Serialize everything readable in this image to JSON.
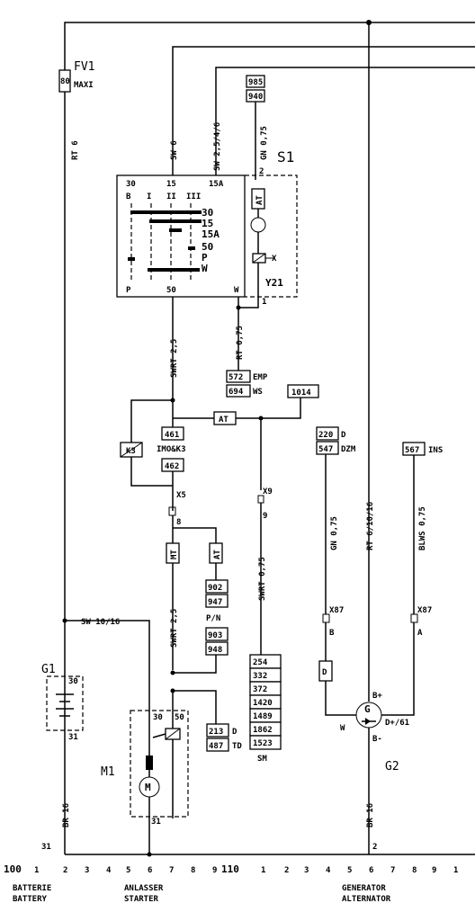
{
  "components": {
    "fv1": {
      "name": "FV1",
      "value": "80",
      "type": "MAXI"
    },
    "s1": {
      "name": "S1"
    },
    "y21": {
      "name": "Y21"
    },
    "g1": {
      "name": "G1"
    },
    "m1": {
      "name": "M1"
    },
    "g2": {
      "name": "G2"
    },
    "k3": {
      "name": "K3"
    },
    "x5": {
      "name": "X5"
    },
    "x9": {
      "name": "X9"
    },
    "x87a": {
      "name": "X87"
    },
    "x87b": {
      "name": "X87"
    }
  },
  "switch_terminals": {
    "t30": "30",
    "t15": "15",
    "t15a": "15A",
    "pos_b": "B",
    "pos_1": "I",
    "pos_2": "II",
    "pos_3": "III",
    "r30": "30",
    "r15": "15",
    "r15a": "15A",
    "r50": "50",
    "rp": "P",
    "rw": "W",
    "bot_p": "P",
    "bot_50": "50",
    "bot_w": "W",
    "s1_2": "2",
    "s1_1": "1"
  },
  "wires": {
    "rt6": "RT 6",
    "sw6": "SW 6",
    "sw25": "SW 2,5/4/6",
    "gn075_top": "GN 0,75",
    "rt075": "RT 0,75",
    "swrt25_top": "SWRT 2,5",
    "swrt075": "SWRT 0,75",
    "swrt25_bot": "SWRT 2,5",
    "sw1016": "SW 10/16",
    "gn075_mid": "GN 0,75",
    "rt61016": "RT 6/10/16",
    "blws075": "BLWS 0,75",
    "br16_left": "BR 16",
    "br16_right": "BR 16"
  },
  "refs": {
    "r985": "985",
    "r940": "940",
    "r572": "572",
    "r572_label": "EMP",
    "r694": "694",
    "r694_label": "WS",
    "r1014": "1014",
    "r461": "461",
    "r462": "462",
    "imo_label": "IMO&K3",
    "r220": "220",
    "r220_label": "D",
    "r547": "547",
    "r547_label": "DZM",
    "r567": "567",
    "r567_label": "INS",
    "r902": "902",
    "r947": "947",
    "pn_label": "P/N",
    "r903": "903",
    "r948": "948",
    "r213": "213",
    "r213_label": "D",
    "r487": "487",
    "r487_label": "TD",
    "sm_stack": [
      "254",
      "332",
      "372",
      "1420",
      "1489",
      "1862",
      "1523"
    ],
    "sm_label": "SM"
  },
  "badges": {
    "at_s1": "AT",
    "at_mid": "AT",
    "mt": "MT",
    "at_low": "AT",
    "d_box": "D"
  },
  "pins": {
    "x5_pin": "8",
    "x9_pin": "9",
    "x87a_pin": "B",
    "x87b_pin": "A",
    "g1_30": "30",
    "g1_31": "31",
    "m1_30": "30",
    "m1_50": "50",
    "m1_31": "31",
    "g2_bplus": "B+",
    "g2_dplus": "D+/61",
    "g2_w": "W",
    "g2_bminus": "B-",
    "gnd_31": "31",
    "gnd_2": "2"
  },
  "ruler": {
    "section_left": "100",
    "left_ticks": [
      "1",
      "2",
      "3",
      "4",
      "5",
      "6",
      "7",
      "8",
      "9"
    ],
    "section_right": "110",
    "right_ticks": [
      "1",
      "2",
      "3",
      "4",
      "5",
      "6",
      "7",
      "8",
      "9",
      "1"
    ]
  },
  "footer": {
    "battery_de": "BATTERIE",
    "battery_en": "BATTERY",
    "starter_de": "ANLASSER",
    "starter_en": "STARTER",
    "gen_de": "GENERATOR",
    "gen_en": "ALTERNATOR"
  }
}
